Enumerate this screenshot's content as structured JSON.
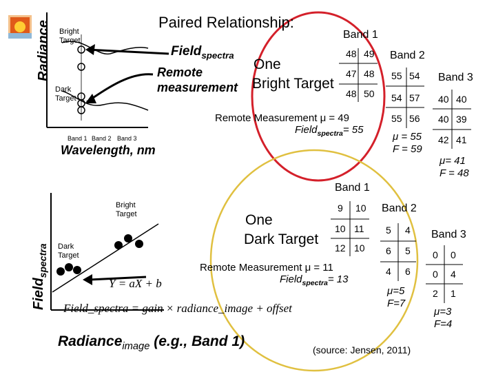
{
  "title": "Paired Relationship:",
  "top_plot": {
    "y_axis_label": "Radiance",
    "x_axis_label": "Wavelength, nm",
    "bright_label": "Bright Target",
    "dark_label": "Dark Target",
    "band_ticks": [
      "Band 1",
      "Band 2",
      "Band 3"
    ],
    "field_label_main": "Field",
    "field_label_sub": "spectra",
    "remote_label_line1": "Remote",
    "remote_label_line2": "measurement"
  },
  "bright_section": {
    "heading_line1": "One",
    "heading_line2": "Bright Target",
    "band1": {
      "label": "Band 1",
      "rows": [
        [
          "48",
          "49"
        ],
        [
          "47",
          "48"
        ],
        [
          "48",
          "50"
        ]
      ]
    },
    "band2": {
      "label": "Band 2",
      "rows": [
        [
          "55",
          "54"
        ],
        [
          "54",
          "57"
        ],
        [
          "55",
          "56"
        ]
      ]
    },
    "band3": {
      "label": "Band 3",
      "rows": [
        [
          "40",
          "40"
        ],
        [
          "40",
          "39"
        ],
        [
          "42",
          "41"
        ]
      ]
    },
    "remote_measurement": "Remote Measurement μ = 49",
    "field_spectra_main": "Field",
    "field_spectra_sub": "spectra",
    "field_spectra_value": "= 55",
    "band2_stats": [
      "μ = 55",
      "F = 59"
    ],
    "band3_stats": [
      "μ= 41",
      "F = 48"
    ]
  },
  "bottom_plot": {
    "y_axis_label_main": "Field",
    "y_axis_label_sub": "spectra",
    "x_axis_label_main": "Radiance",
    "x_axis_label_sub": "image",
    "x_axis_label_tail": " (e.g., Band 1)",
    "bright_label": "Bright Target",
    "dark_label": "Dark Target",
    "equation": "Y = aX + b",
    "formula": "Field_spectra = gain × radiance_image + offset"
  },
  "dark_section": {
    "heading_line1": "One",
    "heading_line2": "Dark Target",
    "band1": {
      "label": "Band 1",
      "rows": [
        [
          "9",
          "10"
        ],
        [
          "10",
          "11"
        ],
        [
          "12",
          "10"
        ]
      ]
    },
    "band2": {
      "label": "Band 2",
      "rows": [
        [
          "5",
          "4"
        ],
        [
          "6",
          "5"
        ],
        [
          "4",
          "6"
        ]
      ]
    },
    "band3": {
      "label": "Band 3",
      "rows": [
        [
          "0",
          "0"
        ],
        [
          "0",
          "4"
        ],
        [
          "2",
          "1"
        ]
      ]
    },
    "remote_measurement": "Remote Measurement μ = 11",
    "field_spectra_main": "Field",
    "field_spectra_sub": "spectra",
    "field_spectra_value": "= 13",
    "band2_stats": [
      "μ=5",
      "F=7"
    ],
    "band3_stats": [
      "μ=3",
      "F=4"
    ]
  },
  "source": "(source: Jensen, 2011)",
  "colors": {
    "ellipse_red": "#d4202a",
    "ellipse_yellow": "#e0c040",
    "logo_orange": "#e05a1a"
  }
}
